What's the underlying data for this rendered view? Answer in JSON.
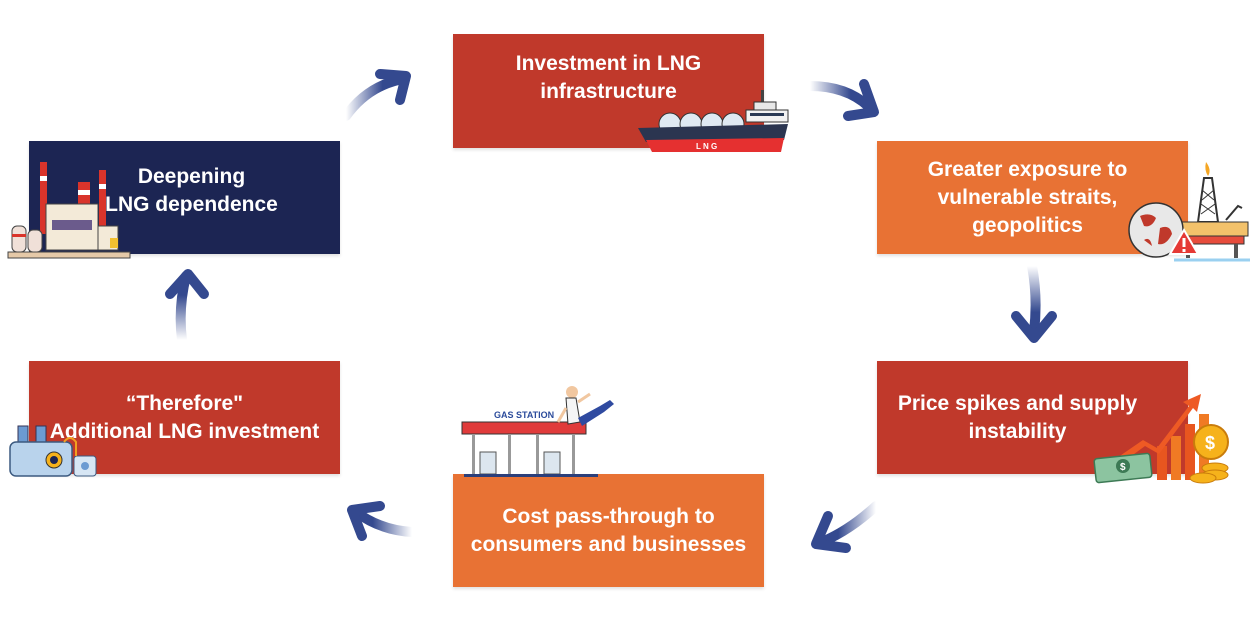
{
  "diagram": {
    "type": "cycle",
    "colors": {
      "red": "#c0392b",
      "orange": "#e87234",
      "navy": "#1c2553",
      "arrow": "#34498f",
      "text": "#ffffff"
    },
    "steps": [
      {
        "id": "investment",
        "label": "Investment in LNG\ninfrastructure",
        "illustration": "lng-tanker-ship-icon"
      },
      {
        "id": "exposure",
        "label": "Greater exposure to\nvulnerable straits,\ngeopolitics",
        "illustration": "globe-warning-oil-rig-icon"
      },
      {
        "id": "price-spikes",
        "label": "Price spikes and supply\ninstability",
        "illustration": "money-rising-chart-icon"
      },
      {
        "id": "cost-pass-through",
        "label": "Cost pass-through to\nconsumers and businesses",
        "illustration": "gas-station-falling-man-icon",
        "illustration_text": "GAS STATION"
      },
      {
        "id": "additional-investment",
        "label": "“Therefore\"\nAdditional LNG investment",
        "illustration": "storage-tanks-icon"
      },
      {
        "id": "dependence",
        "label": "Deepening\nLNG dependence",
        "illustration": "factory-icon"
      }
    ],
    "ship_hull_text": "L N G",
    "arrows": [
      {
        "from": "dependence",
        "to": "investment"
      },
      {
        "from": "investment",
        "to": "exposure"
      },
      {
        "from": "exposure",
        "to": "price-spikes"
      },
      {
        "from": "price-spikes",
        "to": "cost-pass-through"
      },
      {
        "from": "cost-pass-through",
        "to": "additional-investment"
      },
      {
        "from": "additional-investment",
        "to": "dependence"
      }
    ]
  }
}
